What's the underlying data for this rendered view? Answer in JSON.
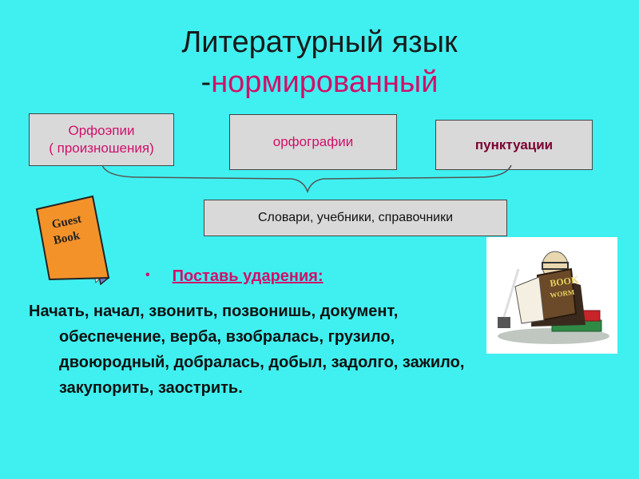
{
  "title": {
    "line1": "Литературный язык",
    "line2_prefix": "-",
    "line2_accent": "нормированный"
  },
  "boxes": {
    "orthoepy_line1": "Орфоэпии",
    "orthoepy_line2": "( произношения)",
    "orthography": "орфографии",
    "punctuation": "пунктуации",
    "sources": "Словари, учебники, справочники"
  },
  "exercise": {
    "bullet": "•",
    "heading": "Поставь ударения:",
    "text": "Начать, начал, звонить, позвонишь, документ, обеспечение, верба, взобралась, грузило, двоюродный, добралась, добыл, задолго, зажило, закупорить, заострить."
  },
  "images": {
    "guest_book_text_1": "Guest",
    "guest_book_text_2": "Book",
    "bookworm_text_1": "BOOK",
    "bookworm_text_2": "WORM"
  },
  "colors": {
    "background": "#40f0f0",
    "accent": "#d0106a",
    "box_fill": "#d9d9d9"
  }
}
